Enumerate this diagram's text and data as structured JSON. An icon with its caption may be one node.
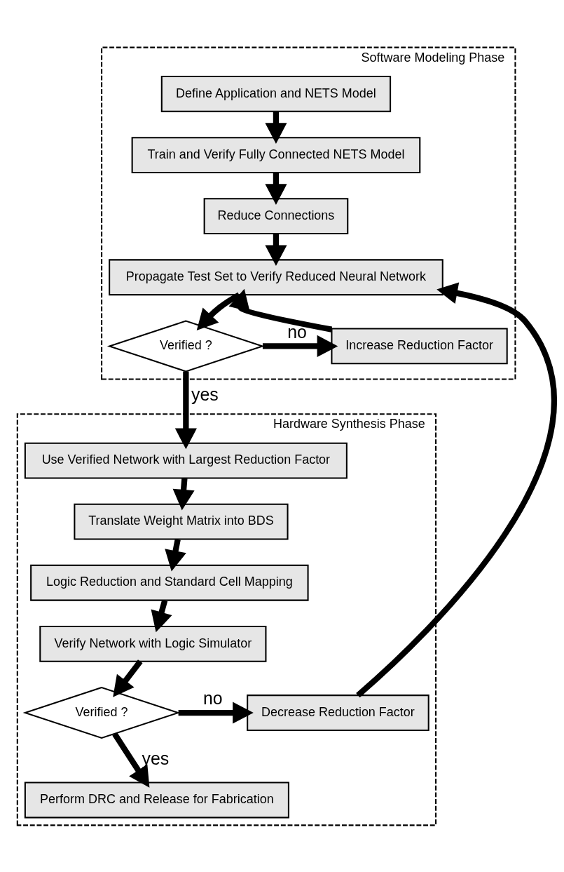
{
  "diagram": {
    "nodes": [
      {
        "text": [
          "Software Modeling Phase"
        ]
      },
      {
        "text": [
          "Define Application and NETS Model"
        ],
        "in": 0
      },
      {
        "text": [
          "Train and Verify Fully Connected NETS Model"
        ],
        "in": 0
      },
      {
        "text": [
          "Reduce Connections"
        ],
        "in": 0
      },
      {
        "text": [
          "Propagate Test Set to Verify Reduced Neural Network"
        ],
        "in": 0
      },
      {
        "text": [
          "Verified ?"
        ],
        "in": 0
      },
      {
        "text": [
          "Increase Reduction Factor"
        ],
        "in": 0
      },
      {
        "text": [
          "Hardware Synthesis Phase"
        ]
      },
      {
        "text": [
          "Use Verified Network with Largest Reduction Factor"
        ],
        "in": 7
      },
      {
        "text": [
          "Translate Weight Matrix into BDS"
        ],
        "in": 7
      },
      {
        "text": [
          "Logic Reduction and Standard Cell Mapping"
        ],
        "in": 7
      },
      {
        "text": [
          "Verify Network with Logic Simulator"
        ],
        "in": 7
      },
      {
        "text": [
          "Verified ?"
        ],
        "in": 7
      },
      {
        "text": [
          "Decrease Reduction Factor"
        ],
        "in": 7
      },
      {
        "text": [
          "Perform DRC and Release for Fabrication"
        ],
        "in": 7
      }
    ],
    "edges": [
      {
        "from": 1,
        "to": 2,
        "arrow": "to"
      },
      {
        "from": 2,
        "to": 3,
        "arrow": "to"
      },
      {
        "from": 3,
        "to": 4,
        "arrow": "to"
      },
      {
        "from": 4,
        "to": 5,
        "arrow": "to"
      },
      {
        "from": 5,
        "to": 6,
        "arrow": "to",
        "label": "no"
      },
      {
        "from": 6,
        "to": 4,
        "arrow": "to"
      },
      {
        "from": 5,
        "to": 8,
        "arrow": "to",
        "label": "yes"
      },
      {
        "from": 8,
        "to": 9,
        "arrow": "to"
      },
      {
        "from": 9,
        "to": 10,
        "arrow": "to"
      },
      {
        "from": 10,
        "to": 11,
        "arrow": "to"
      },
      {
        "from": 11,
        "to": 12,
        "arrow": "to"
      },
      {
        "from": 12,
        "to": 13,
        "arrow": "to",
        "label": "no"
      },
      {
        "from": 13,
        "to": 4,
        "arrow": "to"
      },
      {
        "from": 12,
        "to": 14,
        "arrow": "to",
        "label": "yes"
      }
    ]
  }
}
